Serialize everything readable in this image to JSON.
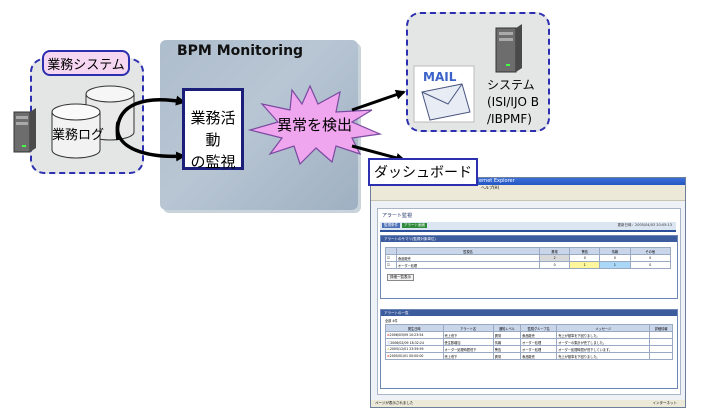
{
  "diagram": {
    "business_system_label": "業務システム",
    "business_log_label": "業務ログ",
    "bpm_title": "BPM Monitoring",
    "monitor_lines": [
      "業務活動",
      "の監視"
    ],
    "anomaly_label": "異常を検出",
    "mail_label": "MAIL",
    "system_lines": [
      "システム",
      "(ISI/IJO B",
      "/IBPMF)"
    ],
    "dashboard_label": "ダッシュボード"
  },
  "screenshot": {
    "titlebar": "ernet Explorer",
    "menubar": "ヘルプ(H)",
    "page_title": "アラート監視",
    "buttons": [
      "監視条件",
      "アラート画面"
    ],
    "updated": "更新日時：2005/04/03 20:05:13",
    "summary_title": "アラートのサマリ(監視対象単位)",
    "summary_headers": [
      "",
      "監視名",
      "異常",
      "警告",
      "情報",
      "その他"
    ],
    "summary_rows": [
      [
        "☑",
        "食品販売",
        "2",
        "0",
        "0",
        "0"
      ],
      [
        "☑",
        "オーダー処理",
        "0",
        "1",
        "1",
        "0"
      ]
    ],
    "detail_button": "詳細一覧表示",
    "list_title": "アラートの一覧",
    "list_count": "全部 4件",
    "list_headers": [
      "発生日時",
      "アラート名",
      "通知レベル",
      "監視グループ名",
      "メッセージ",
      "詳細情報"
    ],
    "list_rows": [
      [
        "2006/03/09 10:23:54",
        "売上低下",
        "異常",
        "食品販売",
        "売上が基準を下回りました。",
        ""
      ],
      [
        "2006/02/09 18:32:24",
        "受注数増加",
        "情報",
        "オーダー処理",
        "オーダーの集計が完了しました。",
        ""
      ],
      [
        "2005/12/01 23:59:59",
        "オーダー処理時間低下",
        "警告",
        "オーダー処理",
        "オーダー処理時間が低下しています。",
        ""
      ],
      [
        "2005/01/01 00:00:00",
        "売上低下",
        "異常",
        "食品販売",
        "売上が基準を下回りました。",
        ""
      ]
    ],
    "status_left": "ページが表示されました",
    "status_right": "インターネット"
  },
  "colors": {
    "dashed_border": "#2b2fb0",
    "bpm_fill": "#b0bfcd",
    "burst_fill": "#f0a6ef",
    "monitor_border": "#1c1f7a"
  }
}
